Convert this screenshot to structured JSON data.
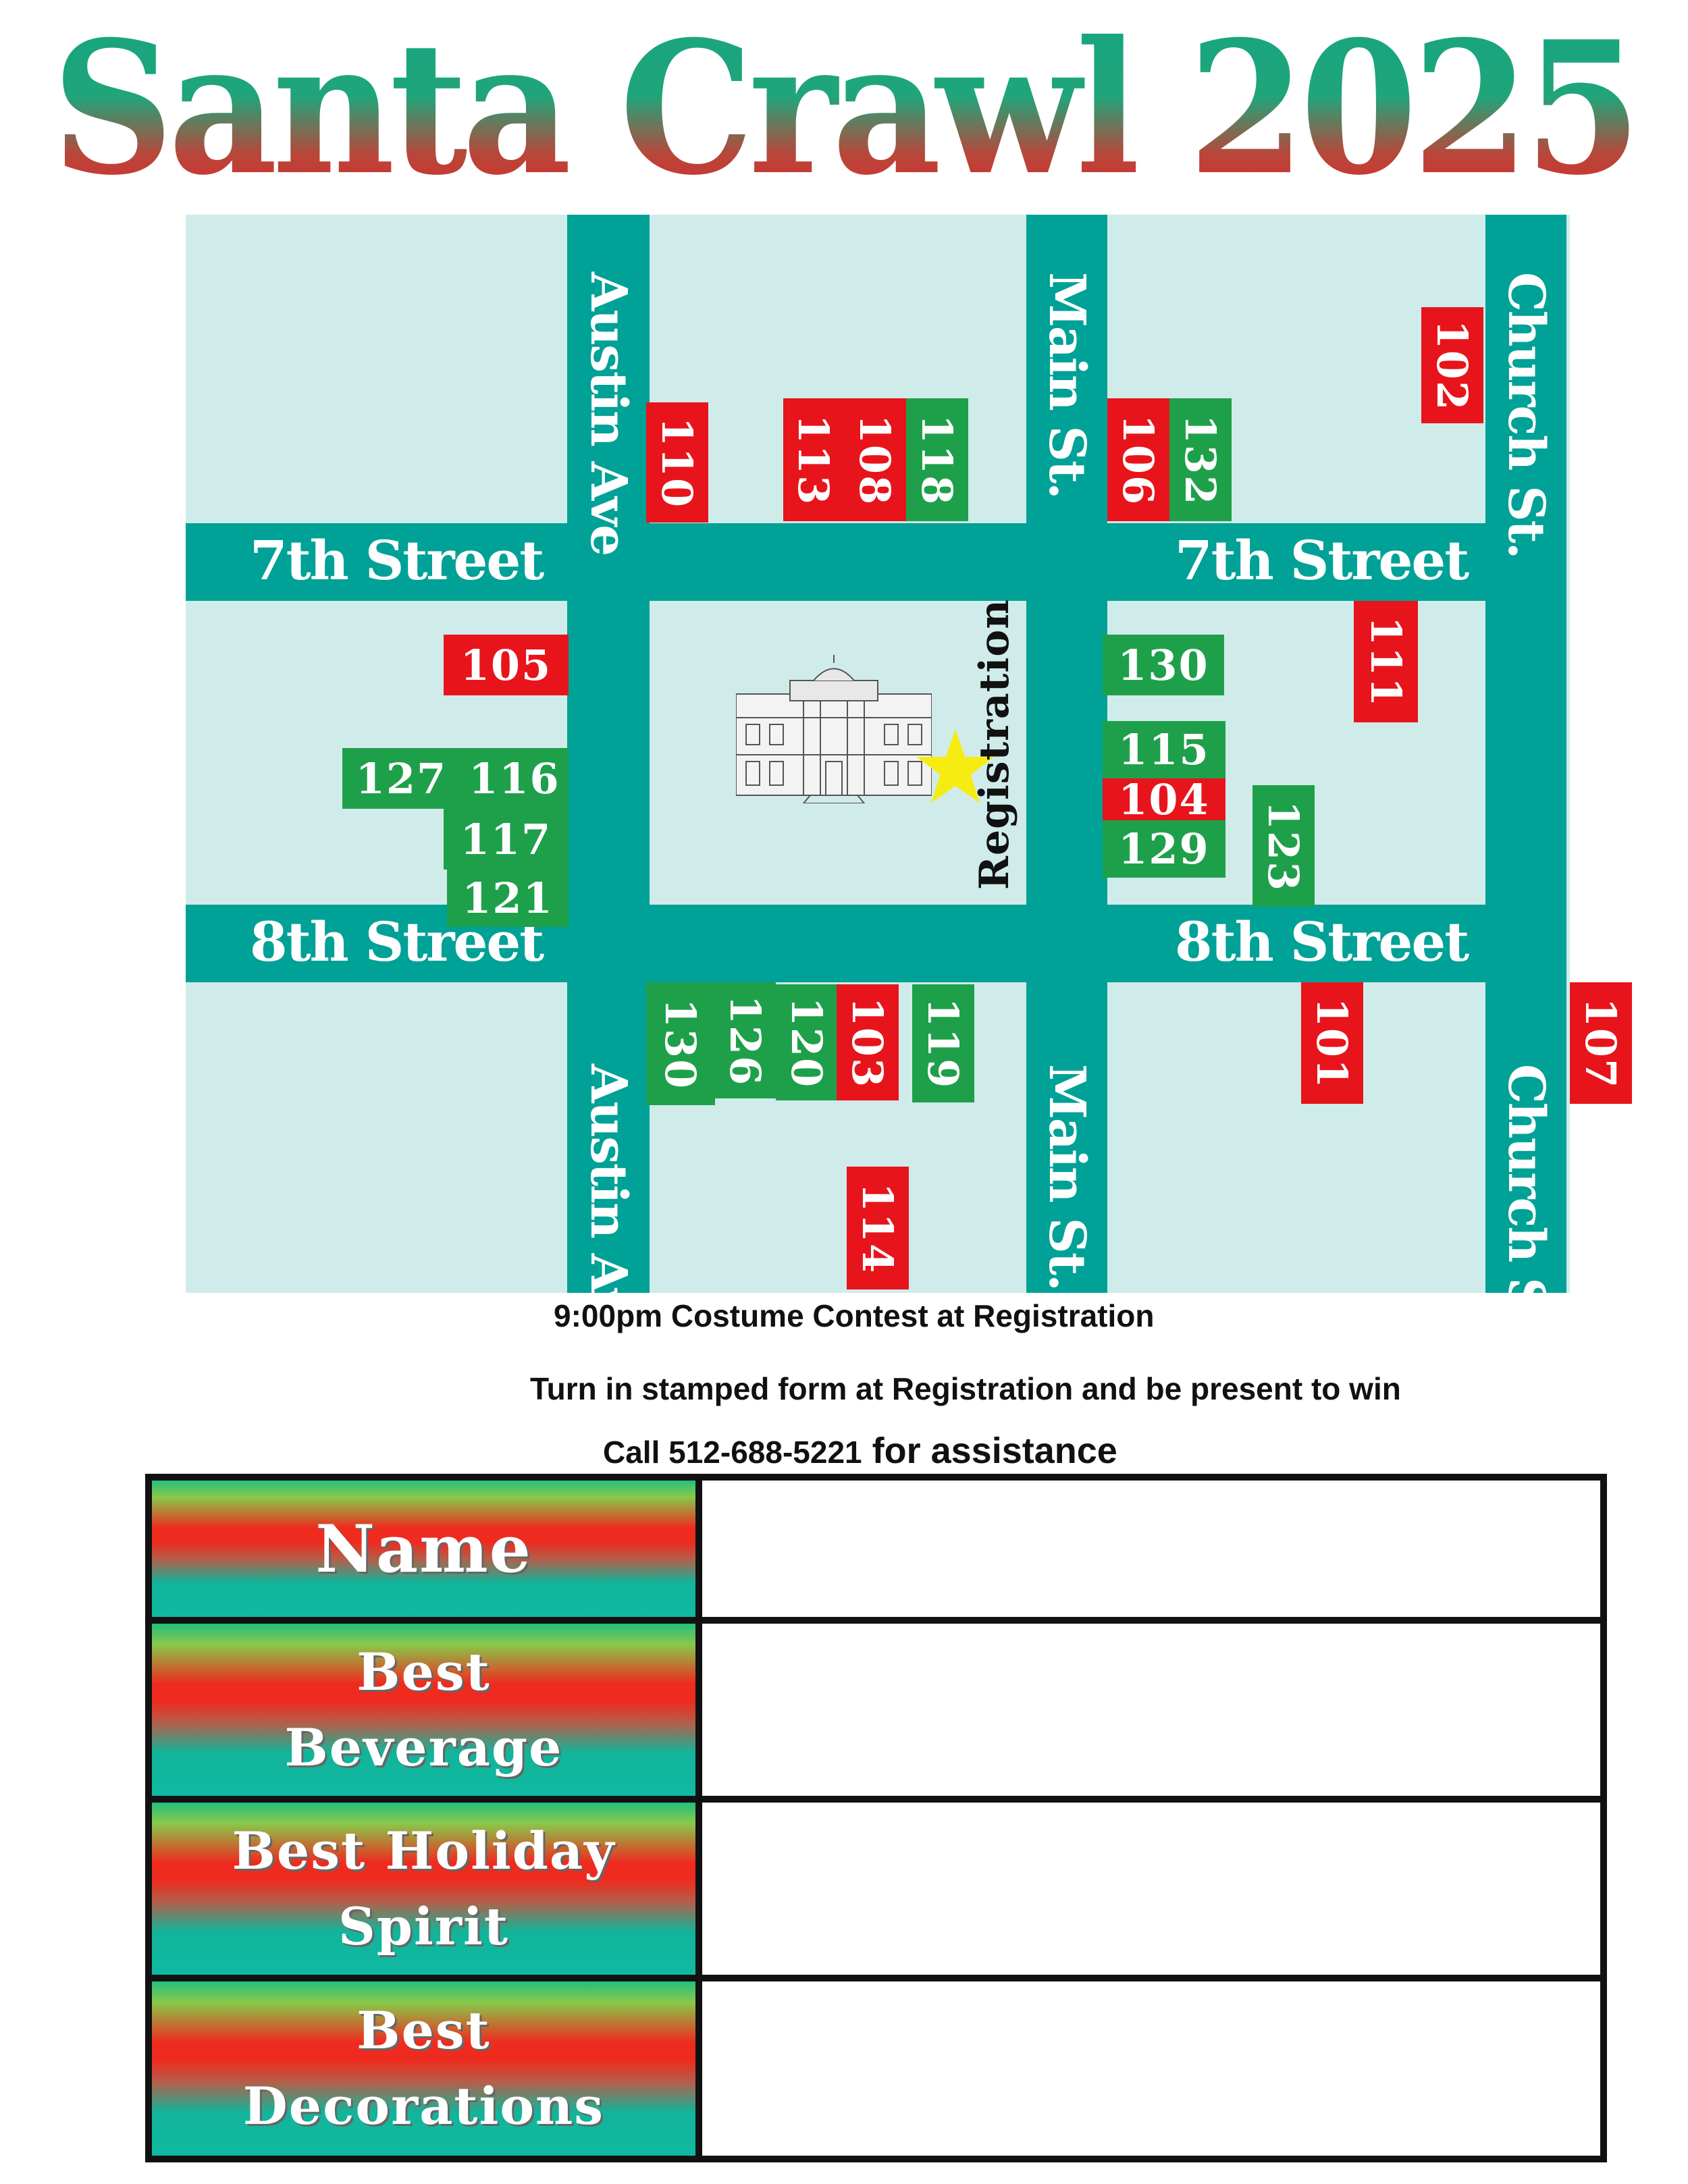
{
  "title": "Santa Crawl 2025",
  "streets": {
    "seventh_left": "7th Street",
    "seventh_right": "7th Street",
    "eighth_left": "8th Street",
    "eighth_right": "8th Street",
    "austin_top": "Austin Ave",
    "austin_bottom": "Austin Ave",
    "main_top": "Main St.",
    "main_bottom": "Main St.",
    "church_top": "Church St.",
    "church_bottom": "Church St."
  },
  "stops": [
    {
      "id": "102",
      "color": "red"
    },
    {
      "id": "110",
      "color": "red"
    },
    {
      "id": "113",
      "color": "red"
    },
    {
      "id": "108",
      "color": "red"
    },
    {
      "id": "118",
      "color": "green"
    },
    {
      "id": "106",
      "color": "red"
    },
    {
      "id": "132",
      "color": "green"
    },
    {
      "id": "105",
      "color": "red"
    },
    {
      "id": "130",
      "color": "green"
    },
    {
      "id": "111",
      "color": "red"
    },
    {
      "id": "127",
      "color": "green"
    },
    {
      "id": "116",
      "color": "green"
    },
    {
      "id": "117",
      "color": "green"
    },
    {
      "id": "121",
      "color": "green"
    },
    {
      "id": "115",
      "color": "green"
    },
    {
      "id": "104",
      "color": "red"
    },
    {
      "id": "129",
      "color": "green"
    },
    {
      "id": "123",
      "color": "green"
    },
    {
      "id": "130",
      "color": "green"
    },
    {
      "id": "126",
      "color": "green"
    },
    {
      "id": "120",
      "color": "green"
    },
    {
      "id": "103",
      "color": "red"
    },
    {
      "id": "119",
      "color": "green"
    },
    {
      "id": "101",
      "color": "red"
    },
    {
      "id": "107",
      "color": "red"
    },
    {
      "id": "114",
      "color": "red"
    }
  ],
  "registration": {
    "label": "Registration",
    "icon": "star-icon",
    "building_icon": "courthouse-icon"
  },
  "notes": {
    "contest": "9:00pm Costume Contest at Registration",
    "turn_in": "Turn in stamped form at Registration and be present to win",
    "call_prefix": "Call 512-688-5221",
    "call_suffix": " for assistance"
  },
  "ballot": {
    "rows": [
      {
        "label_lines": [
          "Name"
        ]
      },
      {
        "label_lines": [
          "Best",
          "Beverage"
        ]
      },
      {
        "label_lines": [
          "Best Holiday",
          "Spirit"
        ]
      },
      {
        "label_lines": [
          "Best",
          "Decorations"
        ]
      }
    ]
  },
  "colors": {
    "road": "#00a196",
    "block": "#d0ecea",
    "stop_red": "#e8141c",
    "stop_green": "#1ea04a"
  }
}
